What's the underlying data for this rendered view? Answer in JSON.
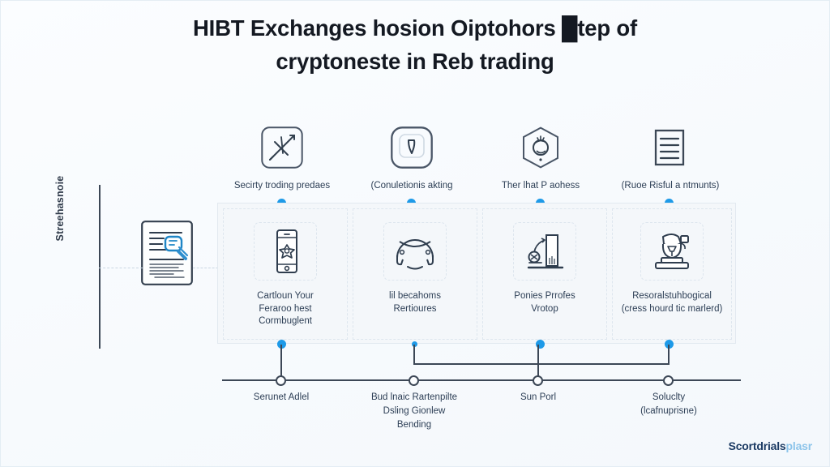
{
  "page": {
    "background_color": "#fafcfe",
    "accent_color": "#1e9ae8",
    "ink_color": "#2c3e55"
  },
  "title": {
    "line1": "HIBT Exchanges hosion Oiptohors █tep of",
    "line2": "cryptoneste in Reb trading"
  },
  "left_axis": {
    "label": "Streehasnoie"
  },
  "doc_icon": {
    "name": "document-with-magnifier-icon"
  },
  "top_row": [
    {
      "icon": "chart-arrow-icon",
      "label": "Secirty troding predaes"
    },
    {
      "icon": "rounded-square-icon",
      "label": "(Conuletionis akting"
    },
    {
      "icon": "hexagon-shield-icon",
      "label": "Ther lhat P aohess"
    },
    {
      "icon": "document-lines-icon",
      "label": "(Ruoe Risful a ntmunts)"
    }
  ],
  "cards": [
    {
      "icon": "mobile-phone-icon",
      "label": "Cartloun Your\nFeraroo hest\nCormbuglent"
    },
    {
      "icon": "headphones-icon",
      "label": "lil becahoms\nRertioures"
    },
    {
      "icon": "monitor-stand-icon",
      "label": "Ponies Prrofes\nVrotop"
    },
    {
      "icon": "trophy-base-icon",
      "label": "Resoralstuhbogical\n(cress hourd tic marlerd)"
    }
  ],
  "bottom_row": [
    {
      "label": "Serunet Adlel"
    },
    {
      "label": "Bud lnaic Rartenpilte\nDsling Gionlew\nBending"
    },
    {
      "label": "Sun Porl"
    },
    {
      "label": "Soluclty\n(lcafnuprisne)"
    }
  ],
  "watermark": {
    "part1": "Scortdrials",
    "part2": "plasr"
  }
}
